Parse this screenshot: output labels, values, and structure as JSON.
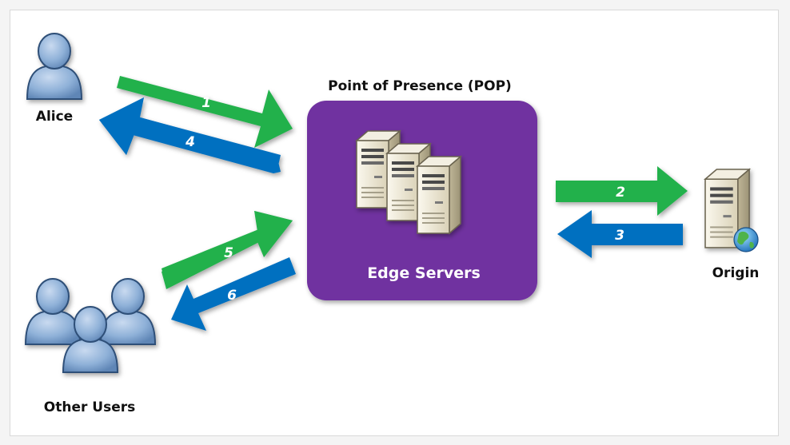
{
  "pop": {
    "title": "Point of Presence (POP)",
    "label": "Edge Servers",
    "color": "#7030a0"
  },
  "nodes": {
    "alice": "Alice",
    "other_users": "Other Users",
    "origin": "Origin"
  },
  "steps": {
    "s1": "1",
    "s2": "2",
    "s3": "3",
    "s4": "4",
    "s5": "5",
    "s6": "6"
  },
  "colors": {
    "request_arrow": "#22b14c",
    "response_arrow": "#0070c0",
    "person": "#8fb1d8",
    "server": "#e8e2cf"
  },
  "icons": [
    "person-icon",
    "server-icon",
    "globe-icon"
  ]
}
